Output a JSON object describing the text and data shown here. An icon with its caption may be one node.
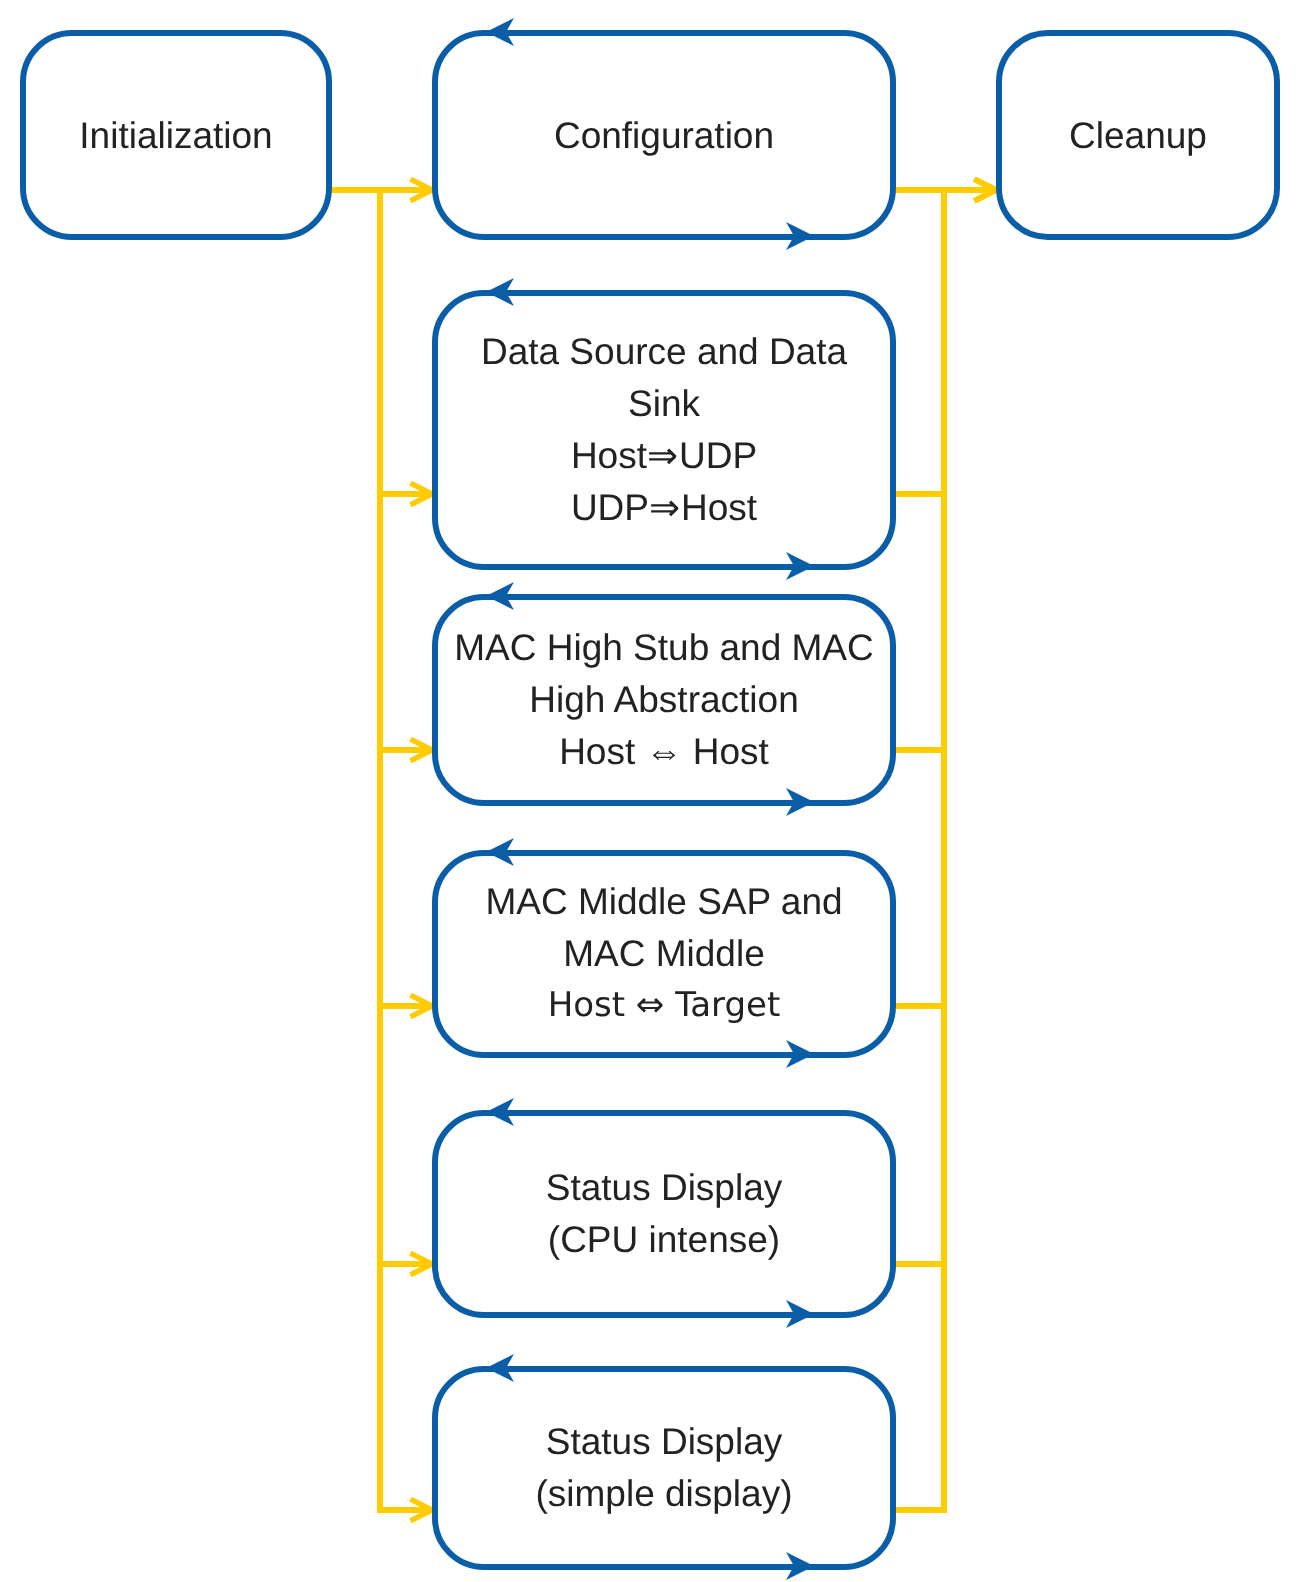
{
  "diagram": {
    "nodes": [
      {
        "text": [
          "Initialization"
        ]
      },
      {
        "text": [
          "Configuration"
        ]
      },
      {
        "text": [
          "Cleanup"
        ]
      },
      {
        "text": [
          "Data Source and Data Sink",
          "Host⇒UDP",
          "UDP⇒Host"
        ]
      },
      {
        "text": [
          "MAC High Stub and MAC High Abstraction",
          "Host ⇔ Host"
        ]
      },
      {
        "text": [
          "MAC Middle SAP and MAC Middle",
          "Host ⇔ Target"
        ]
      },
      {
        "text": [
          "Status Display",
          "(CPU intense)"
        ]
      },
      {
        "text": [
          "Status Display",
          "(simple display)"
        ]
      }
    ],
    "edges": [
      {
        "from": 0,
        "to": 1,
        "arrow": "to"
      },
      {
        "from": 0,
        "to": 3,
        "arrow": "to"
      },
      {
        "from": 0,
        "to": 4,
        "arrow": "to"
      },
      {
        "from": 0,
        "to": 5,
        "arrow": "to"
      },
      {
        "from": 0,
        "to": 6,
        "arrow": "to"
      },
      {
        "from": 0,
        "to": 7,
        "arrow": "to"
      },
      {
        "from": 1,
        "to": 2,
        "arrow": "to"
      },
      {
        "from": 3,
        "to": 2,
        "arrow": "to"
      },
      {
        "from": 4,
        "to": 2,
        "arrow": "to"
      },
      {
        "from": 5,
        "to": 2,
        "arrow": "to"
      },
      {
        "from": 6,
        "to": 2,
        "arrow": "to"
      },
      {
        "from": 7,
        "to": 2,
        "arrow": "to"
      }
    ]
  }
}
